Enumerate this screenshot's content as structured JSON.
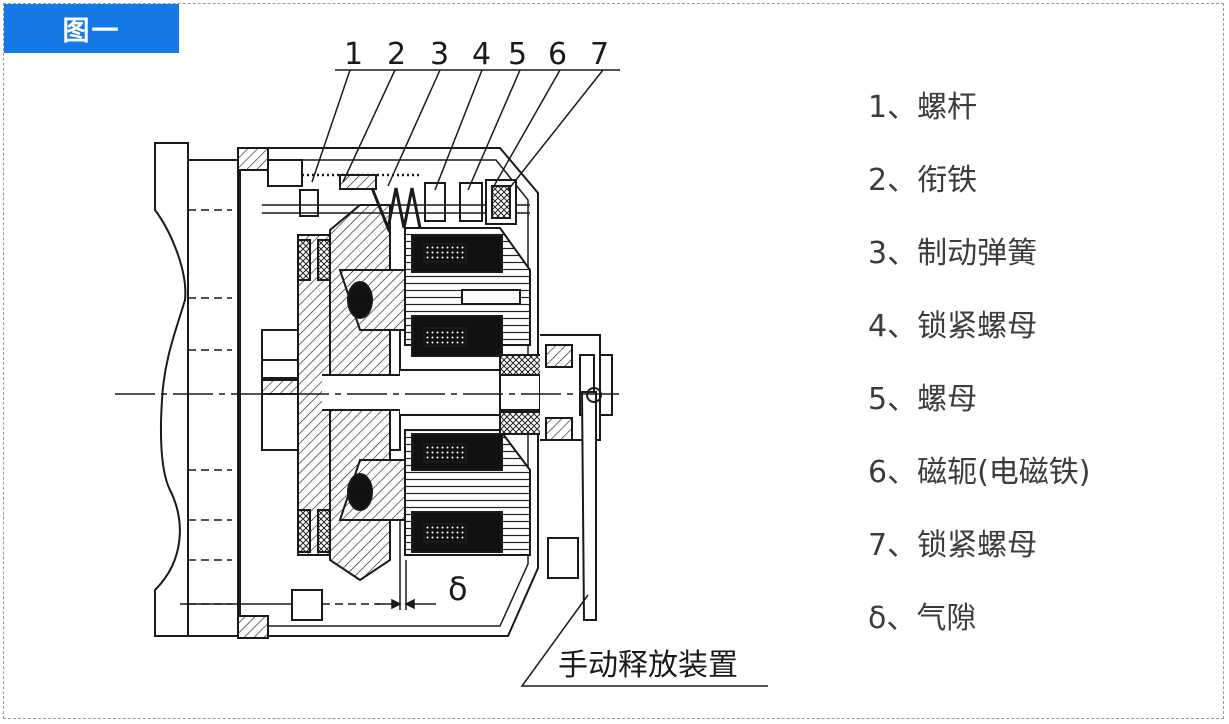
{
  "figure_tag": "图一",
  "callouts": [
    "1",
    "2",
    "3",
    "4",
    "5",
    "6",
    "7"
  ],
  "gap_symbol": "δ",
  "manual_release_label": "手动释放装置",
  "legend": [
    "1、螺杆",
    "2、衔铁",
    "3、制动弹簧",
    "4、锁紧螺母",
    "5、螺母",
    "6、磁轭(电磁铁)",
    "7、锁紧螺母",
    "δ、气隙"
  ]
}
